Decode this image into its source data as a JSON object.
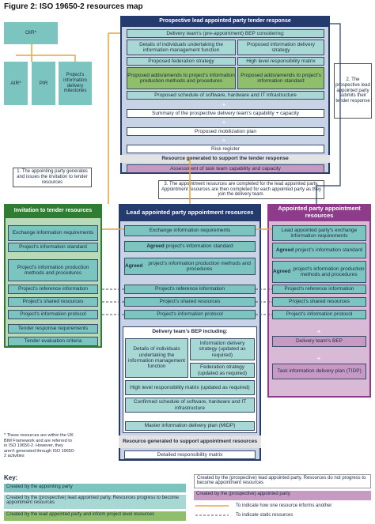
{
  "title": "Figure 2: ISO 19650-2 resources map",
  "oir": {
    "top": "OIR*",
    "air": "AIR*",
    "pir": "PIR",
    "milestones": "Project's information delivery milestones"
  },
  "prospective": {
    "header": "Prospective lead appointed party tender response",
    "bep_header": "Delivery team's (pre-appointment) BEP considering:",
    "r1a": "Details of individuals undertaking the information management function",
    "r1b": "Proposed information delivery strategy",
    "r2a": "Proposed federation strategy",
    "r2b": "High level responsibility matrix",
    "r3a": "Proposed adds/amends to project's information production methods and procedures",
    "r3b": "Proposed adds/amends to project's information standard",
    "r4": "Proposed schedule of software, hardware and IT infrastructure",
    "summary": "Summary of the prospective delivery team's capability + capacity",
    "mobilization": "Proposed mobilization plan",
    "risk": "Risk register",
    "generated": "Resource generated to support the tender response",
    "assessment": "Assessment of task team capability and capacity"
  },
  "note1": "1. The appointing party generates and issues the invitation to tender resources",
  "note2": "2. The prospective lead appointed party submits their tender response",
  "note3": "3. The appointment resources are completed for the lead appointed party. Appointment resources are then completed for each appointed party as they join the delivery team.",
  "invitation": {
    "header": "Invitation to tender resources",
    "items": [
      "Exchange information requirements",
      "Project's information standard",
      "Project's information production methods and procedures",
      "Project's reference information",
      "Project's shared resources",
      "Project's information protocol",
      "Tender response requirements",
      "Tender evaluation criteria"
    ]
  },
  "lead": {
    "header": "Lead appointed party appointment resources",
    "items": [
      "Exchange information requirements",
      "project's information standard",
      "project's information production methods and procedures",
      "Project's reference information",
      "Project's shared resources",
      "Project's information protocol"
    ],
    "agreed": "Agreed",
    "bep_header": "Delivery team's BEP including:",
    "bep_a": "Details of individuals undertaking the information management function",
    "bep_b": "Information delivery strategy (updated as required)",
    "bep_c": "Federation strategy (updated as required)",
    "bep_d": "High level responsibility matrix (updated as required)",
    "bep_e": "Confirmed schedule of software, hardware and IT infrastructure",
    "midp": "Master information delivery plan (MIDP)",
    "generated": "Resource generated to support appointment resources",
    "detailed": "Detailed responsibility matrix"
  },
  "appointed": {
    "header": "Appointed party appointment resources",
    "items": [
      "Lead appointed party's exchange information requirements",
      "project's information standard",
      "project's information production methods and procedures",
      "Project's reference information",
      "Project's shared resources",
      "Project's information protocol"
    ],
    "agreed": "Agreed",
    "bep": "Delivery team's BEP",
    "tidp": "Task information delivery plan (TIDP)"
  },
  "footnote": "* These resources are within the UK BIM Framework and are referred to in ISO 19650-2. However, they aren't generated through ISO 19650-2 activities",
  "key": {
    "title": "Key:",
    "k1": "Created by the appointing party",
    "k2": "Created by the (prospective) lead appointed party. Resources progress to become appointment resources",
    "k3": "Created by the lead appointed party and inform project level resources",
    "k4": "Created by the (prospective) lead appointed party. Resources do not progress to become appointment resources",
    "k5": "Created by the (prospective) appointed party",
    "k6": "To indicate how one resource informs another",
    "k7": "To indicate static resources"
  },
  "colors": {
    "teal": "#7cc4c0",
    "green": "#2e7d32",
    "navy": "#253b6e",
    "purple": "#8e3b8c",
    "orange": "#e8a33d"
  }
}
